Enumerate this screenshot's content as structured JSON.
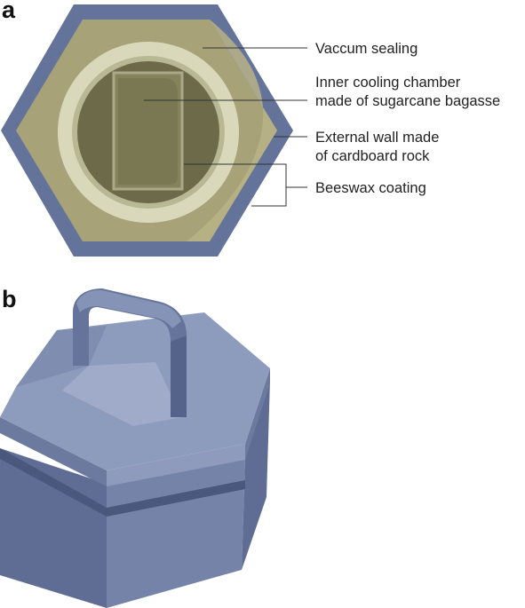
{
  "panels": [
    {
      "letter": "a"
    },
    {
      "letter": "b"
    }
  ],
  "labels": {
    "vacuum_sealing": "Vaccum sealing",
    "inner_chamber_line1": "Inner cooling chamber",
    "inner_chamber_line2": "made of sugarcane bagasse",
    "external_wall_line1": "External wall made",
    "external_wall_line2": "of cardboard rock",
    "beeswax": "Beeswax coating"
  },
  "colors": {
    "outer_wall": "#63739a",
    "outer_wall_dark": "#4f5f86",
    "vacuum_layer": "#a7a278",
    "vacuum_highlight": "#b8b387",
    "ring": "#d9d8bb",
    "ring_shadow": "#b9b894",
    "chamber": "#6c6a49",
    "chamber_inner": "#85835c",
    "chamber_outline": "#aaa888",
    "box_top": "#8d9bbd",
    "box_top_light": "#9fabc8",
    "box_front": "#7583a8",
    "box_side": "#5f6d94",
    "box_dark": "#4a587d"
  }
}
